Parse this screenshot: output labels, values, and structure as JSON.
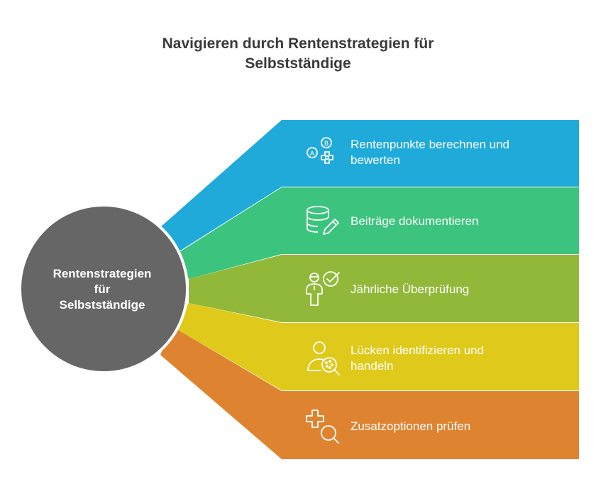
{
  "title": {
    "line1": "Navigieren durch Rentenstrategien für",
    "line2": "Selbstständige"
  },
  "hub": {
    "line1": "Rentenstrategien",
    "line2": "für",
    "line3": "Selbstständige",
    "color": "#666666"
  },
  "branches": [
    {
      "line1": "Rentenpunkte berechnen und",
      "line2": "bewerten",
      "color": "#1faad9",
      "icon": "abc-puzzle-icon"
    },
    {
      "line1": "Beiträge dokumentieren",
      "line2": "",
      "color": "#3cc47e",
      "icon": "database-pencil-icon"
    },
    {
      "line1": "Jährliche Überprüfung",
      "line2": "",
      "color": "#92b83a",
      "icon": "person-check-icon"
    },
    {
      "line1": "Lücken identifizieren und",
      "line2": "handeln",
      "color": "#dfc91a",
      "icon": "person-magnifier-icon"
    },
    {
      "line1": "Zusatzoptionen prüfen",
      "line2": "",
      "color": "#de8431",
      "icon": "plus-magnifier-icon"
    }
  ]
}
